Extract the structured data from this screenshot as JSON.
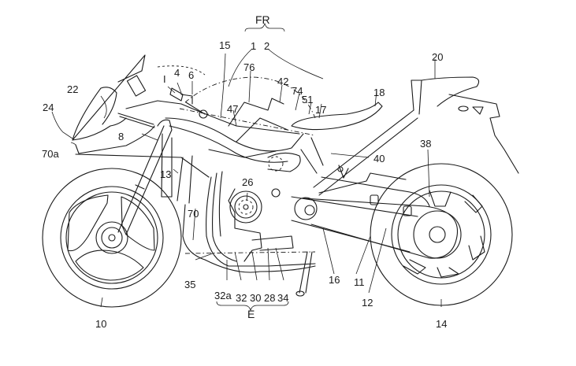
{
  "figure": {
    "type": "patent-line-drawing",
    "subject": "motorcycle side view",
    "direction_label": "FR",
    "assembly_label": "E",
    "stroke_color": "#1a1a1a",
    "background_color": "#ffffff"
  },
  "labels": {
    "l1": "1",
    "l2": "2",
    "l4": "4",
    "l6": "6",
    "lI": "I",
    "l8": "8",
    "l10": "10",
    "l11": "11",
    "l12": "12",
    "l13": "13",
    "l14": "14",
    "l15": "15",
    "l16": "16",
    "l17": "17",
    "l18": "18",
    "l20": "20",
    "l22": "22",
    "l24": "24",
    "l26": "26",
    "l28": "28",
    "l30": "30",
    "l32": "32",
    "l32a": "32a",
    "l34": "34",
    "l35": "35",
    "l38": "38",
    "l40": "40",
    "l42": "42",
    "l47": "47",
    "l51": "51",
    "l70": "70",
    "l70a": "70a",
    "l74": "74",
    "l76": "76"
  }
}
